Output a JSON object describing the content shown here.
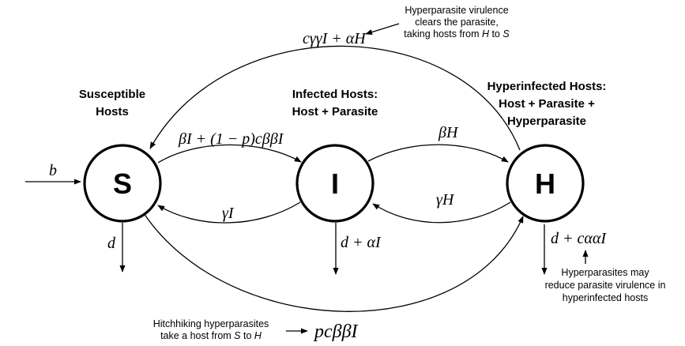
{
  "nodes": {
    "s": {
      "letter": "S",
      "title_line1": "Susceptible",
      "title_line2": "Hosts"
    },
    "i": {
      "letter": "I",
      "title_line1": "Infected Hosts:",
      "title_line2": "Host + Parasite"
    },
    "h": {
      "letter": "H",
      "title_line1": "Hyperinfected Hosts:",
      "title_line2": "Host + Parasite +",
      "title_line3": "Hyperparasite"
    }
  },
  "rates": {
    "birth": "b",
    "s_death": "d",
    "i_death": "d + αI",
    "h_death": "d + cααI",
    "s_to_i": "βI + (1 − p)cββI",
    "i_to_s": "γI",
    "i_to_h": "βH",
    "h_to_i": "γH",
    "h_to_s": "cγγI + αH",
    "s_to_h": "pcββI"
  },
  "annotations": {
    "clearance": {
      "line1": "Hyperparasite virulence",
      "line2": "clears the parasite,",
      "line3_prefix": "taking hosts from ",
      "line3_from": "H",
      "line3_mid": " to ",
      "line3_to": "S"
    },
    "reduce": {
      "line1": "Hyperparasites may",
      "line2": "reduce parasite virulence in",
      "line3": "hyperinfected hosts"
    },
    "hitchhike": {
      "line1": "Hitchhiking hyperparasites",
      "line2_prefix": "take a host from ",
      "line2_from": "S",
      "line2_mid": " to ",
      "line2_to": "H"
    }
  }
}
